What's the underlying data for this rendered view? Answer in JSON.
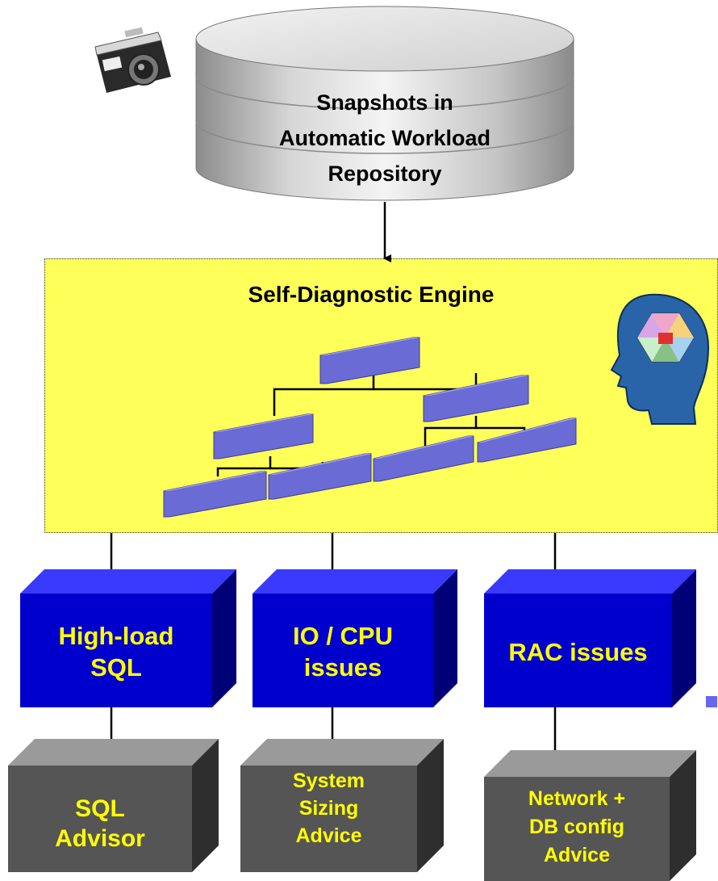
{
  "repository": {
    "lines": [
      "Snapshots in",
      "Automatic Workload",
      "Repository"
    ]
  },
  "engine": {
    "title": "Self-Diagnostic Engine"
  },
  "issues": [
    {
      "lines": [
        "High-load",
        "SQL"
      ]
    },
    {
      "lines": [
        "IO / CPU",
        "issues"
      ]
    },
    {
      "lines": [
        "RAC issues"
      ]
    }
  ],
  "advisors": [
    {
      "lines": [
        "SQL",
        "Advisor"
      ]
    },
    {
      "lines": [
        "System",
        "Sizing",
        "Advice"
      ]
    },
    {
      "lines": [
        "Network +",
        "DB config",
        "Advice"
      ]
    }
  ],
  "colors": {
    "engine_bg": "#ffff5a",
    "issue_box": "#0000cc",
    "issue_text": "#ffff00",
    "advisor_box": "#555555",
    "advisor_text": "#ffff00",
    "tree_node": "#6b6bd6",
    "bullet": "#6666ee"
  },
  "icons": [
    "camera-icon",
    "brain-head-icon",
    "database-cylinder",
    "hierarchy-tree-icon"
  ]
}
